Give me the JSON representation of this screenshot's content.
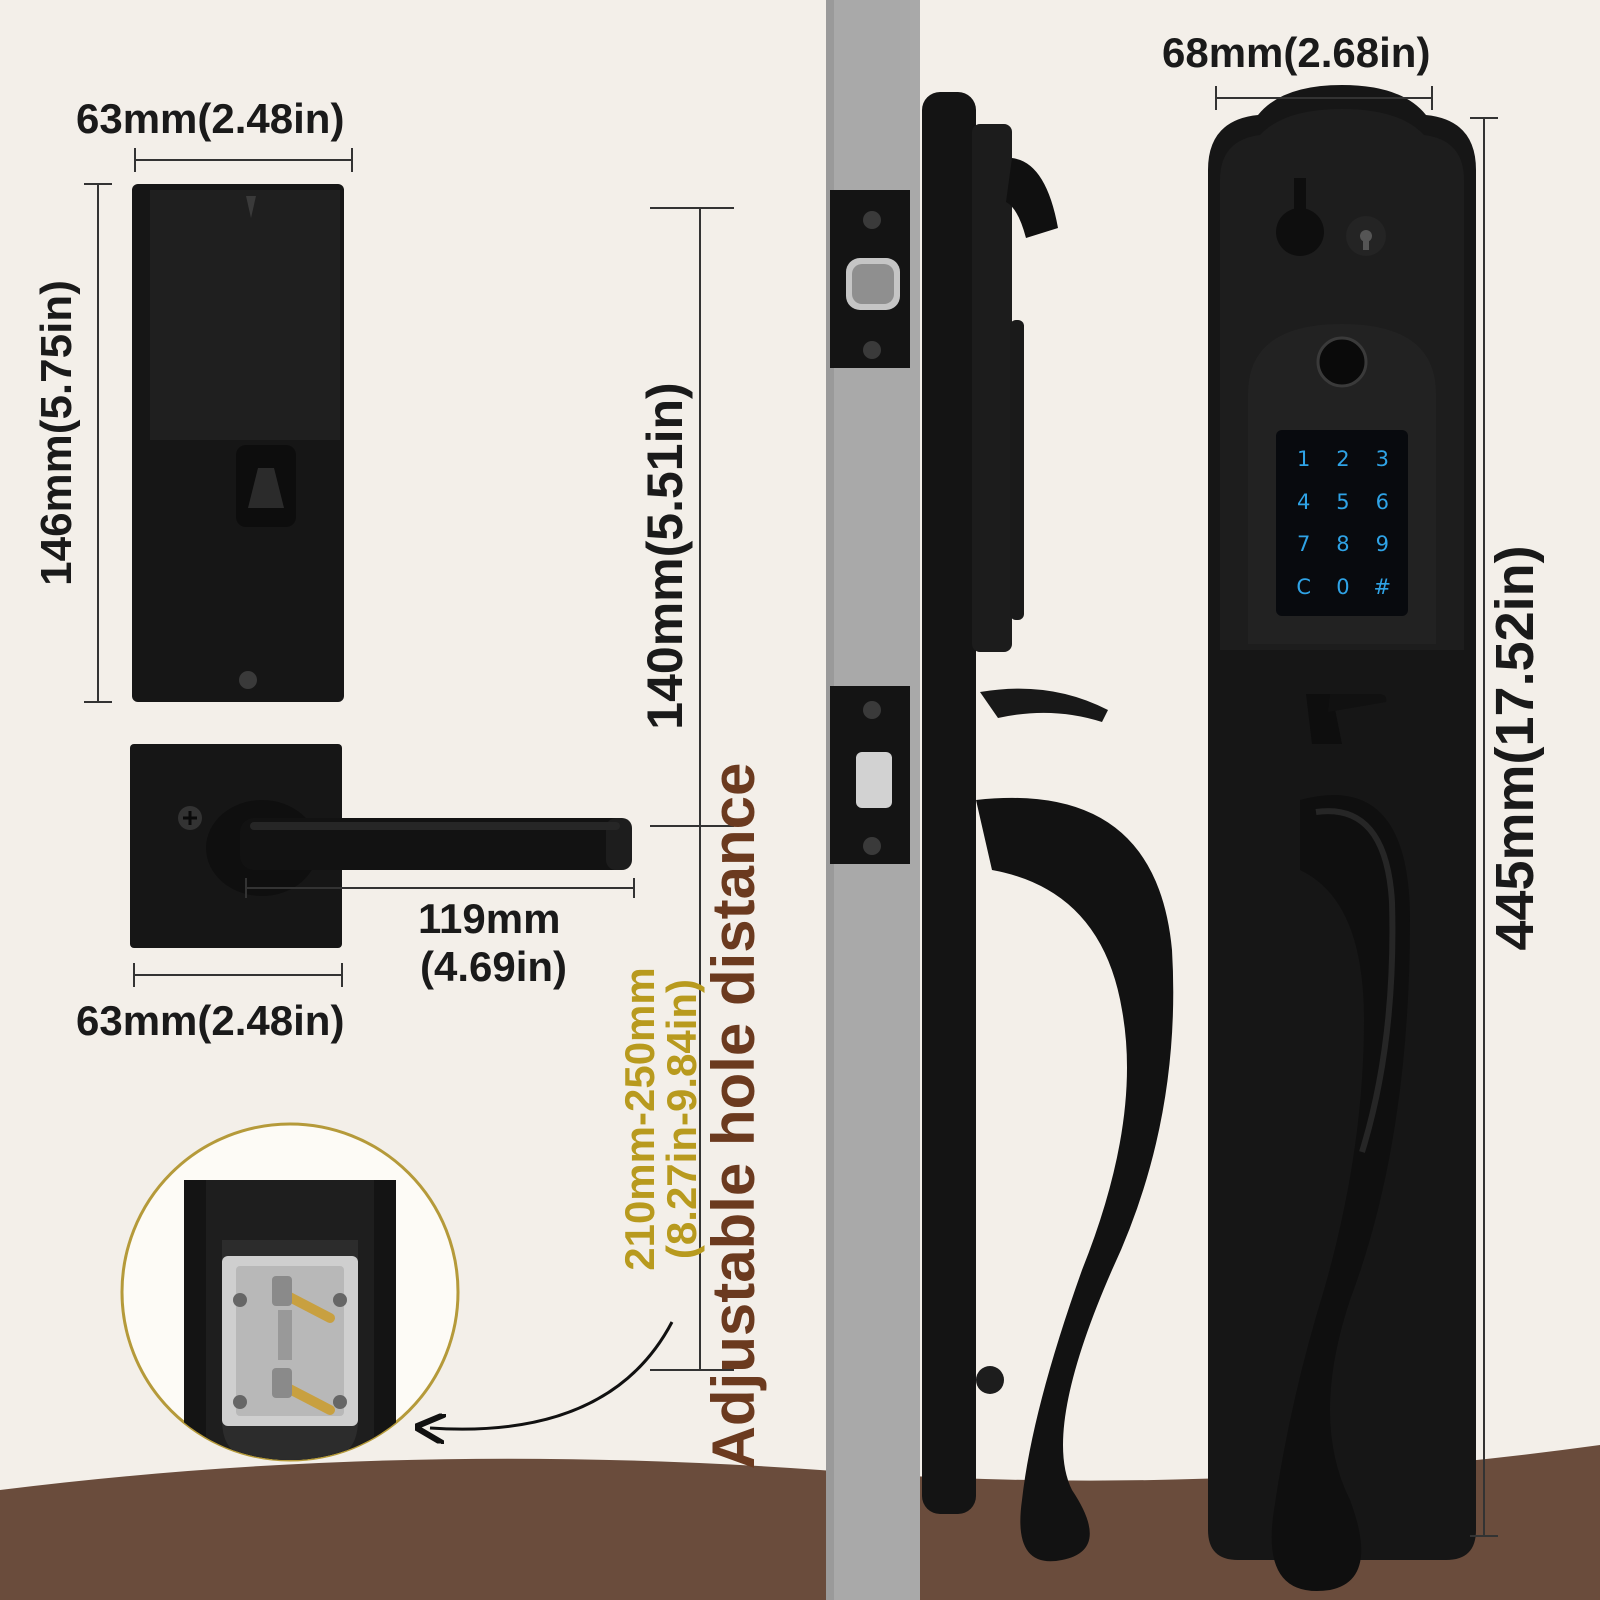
{
  "colors": {
    "background": "#f3efe9",
    "product": "#161616",
    "wall": "#a9a9a9",
    "footer": "#6a4c3c",
    "brown_text": "#6b3a1f",
    "gold_text": "#b89a1e",
    "keypad_digits": "#2fa3e6",
    "circle_outline": "#b59a3a"
  },
  "dimensions": {
    "deadbolt_width": "63mm(2.48in)",
    "deadbolt_height": "146mm(5.75in)",
    "lever_base_width": "63mm(2.48in)",
    "lever_length_line1": "119mm",
    "lever_length_line2": "(4.69in)",
    "handle_spacing": "140mm(5.51in)",
    "handleset_width": "68mm(2.68in)",
    "handleset_height": "445mm(17.52in)",
    "hole_range_line1": "210mm-250mm",
    "hole_range_line2": "(8.27in-9.84in)",
    "adjustable_label": "Adjustable hole distance"
  },
  "keypad": {
    "keys": [
      "1",
      "2",
      "3",
      "4",
      "5",
      "6",
      "7",
      "8",
      "9",
      "C",
      "0",
      "#"
    ]
  },
  "icons": {
    "deadbolt": "deadbolt-interior-icon",
    "lever": "lever-handle-icon",
    "handleset": "smart-handleset-icon",
    "fingerprint": "fingerprint-sensor-icon",
    "keyhole": "keyhole-icon",
    "arrow": "curved-arrow-icon"
  }
}
